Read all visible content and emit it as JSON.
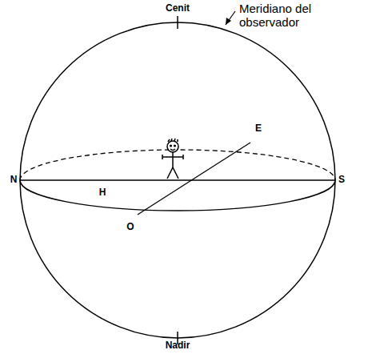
{
  "diagram": {
    "labels": [
      "Cenit",
      "Meridiano del observador",
      "E",
      "N",
      "S",
      "H",
      "O",
      "Nadir"
    ]
  }
}
